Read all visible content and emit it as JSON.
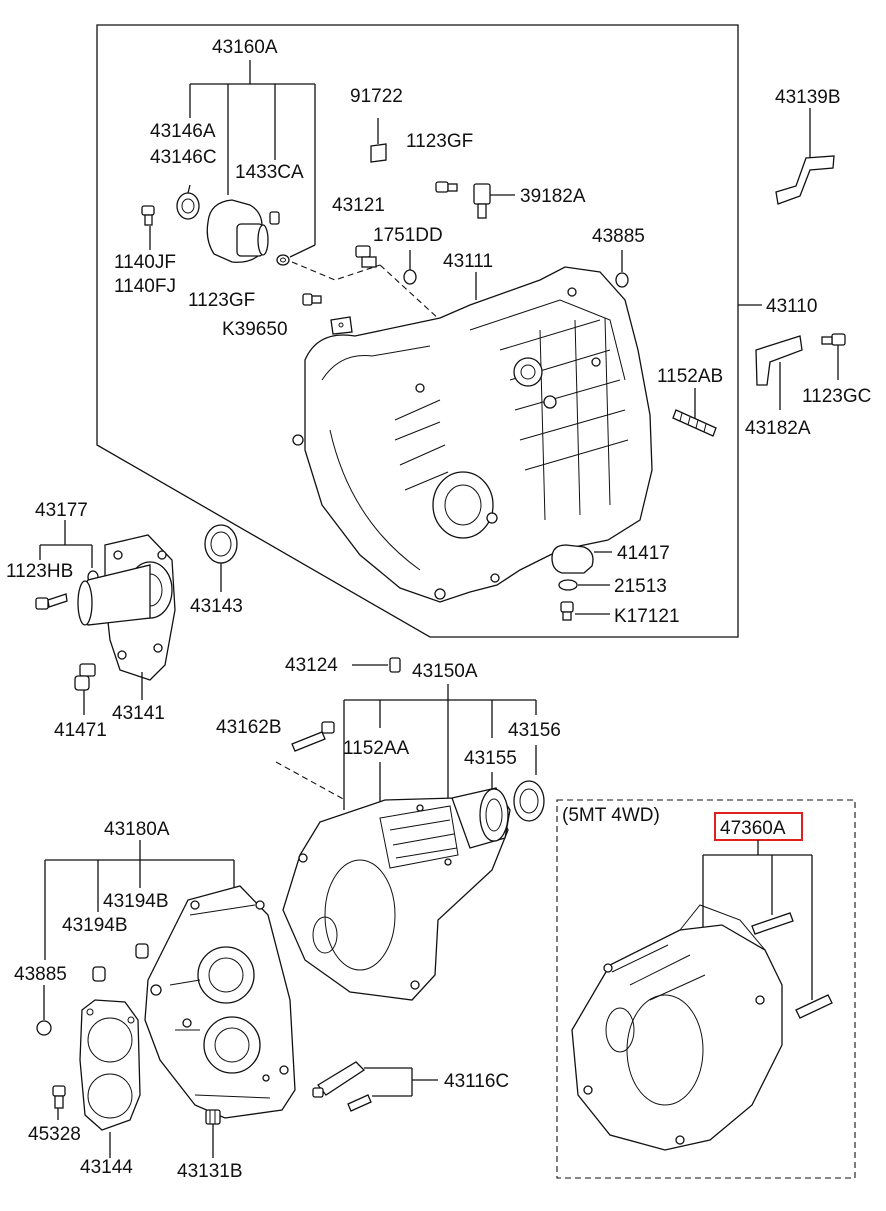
{
  "parts": {
    "p43160A": "43160A",
    "p43146A": "43146A",
    "p43146C": "43146C",
    "p1433CA": "1433CA",
    "p1140JF": "1140JF",
    "p1140FJ": "1140FJ",
    "p1123GF_a": "1123GF",
    "pK39650": "K39650",
    "p91722": "91722",
    "p1123GF_b": "1123GF",
    "p39182A": "39182A",
    "p43121": "43121",
    "p1751DD": "1751DD",
    "p43111": "43111",
    "p43885_a": "43885",
    "p43110": "43110",
    "p1152AB": "1152AB",
    "p43139B": "43139B",
    "p1123GC": "1123GC",
    "p43182A": "43182A",
    "p41417": "41417",
    "p21513": "21513",
    "pK17121": "K17121",
    "p43177": "43177",
    "p1123HB": "1123HB",
    "p43143": "43143",
    "p41471": "41471",
    "p43141": "43141",
    "p43124": "43124",
    "p43150A": "43150A",
    "p43162B": "43162B",
    "p1152AA": "1152AA",
    "p43155": "43155",
    "p43156": "43156",
    "p43180A": "43180A",
    "p43194B_a": "43194B",
    "p43194B_b": "43194B",
    "p43885_b": "43885",
    "p45328": "45328",
    "p43144": "43144",
    "p43131B": "43131B",
    "p43116C": "43116C",
    "variant_note": "(5MT 4WD)",
    "p47360A": "47360A"
  },
  "colors": {
    "line": "#111111",
    "highlight": "#e0201f",
    "background": "#ffffff"
  }
}
